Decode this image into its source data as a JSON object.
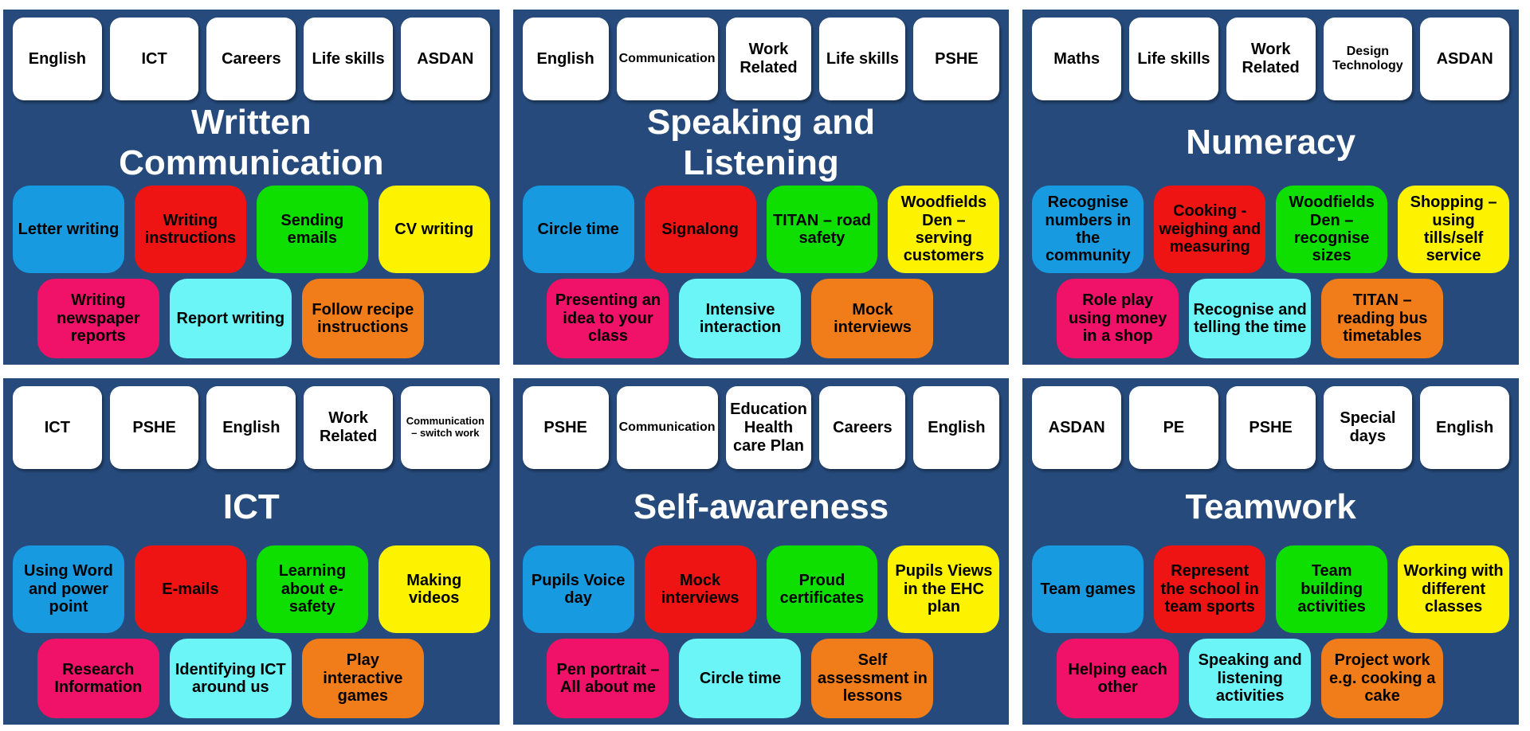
{
  "colors": {
    "panel_bg": "#264A7B",
    "tab_bg": "#FFFFFF",
    "tab_text": "#000000",
    "title_text": "#FFFFFF",
    "box_text": "#000000",
    "blue": "#189AE0",
    "red": "#EE1414",
    "green": "#0EDE00",
    "yellow": "#FDF300",
    "pink": "#F01168",
    "cyan": "#6BF5F7",
    "orange": "#F07D1A"
  },
  "panels": [
    {
      "title": "Written Communication",
      "tabs": [
        {
          "label": "English"
        },
        {
          "label": "ICT"
        },
        {
          "label": "Careers"
        },
        {
          "label": "Life skills"
        },
        {
          "label": "ASDAN"
        }
      ],
      "row1": [
        {
          "label": "Letter writing",
          "color": "blue"
        },
        {
          "label": "Writing instructions",
          "color": "red"
        },
        {
          "label": "Sending emails",
          "color": "green"
        },
        {
          "label": "CV writing",
          "color": "yellow"
        }
      ],
      "row2": [
        {
          "label": "Writing newspaper reports",
          "color": "pink"
        },
        {
          "label": "Report writing",
          "color": "cyan"
        },
        {
          "label": "Follow recipe instructions",
          "color": "orange"
        }
      ]
    },
    {
      "title": "Speaking and Listening",
      "tabs": [
        {
          "label": "English"
        },
        {
          "label": "Communication",
          "fit": "sm"
        },
        {
          "label": "Work Related"
        },
        {
          "label": "Life skills"
        },
        {
          "label": "PSHE"
        }
      ],
      "row1": [
        {
          "label": "Circle time",
          "color": "blue"
        },
        {
          "label": "Signalong",
          "color": "red"
        },
        {
          "label": "TITAN – road safety",
          "color": "green"
        },
        {
          "label": "Woodfields Den – serving customers",
          "color": "yellow"
        }
      ],
      "row2": [
        {
          "label": "Presenting an idea to your class",
          "color": "pink"
        },
        {
          "label": "Intensive interaction",
          "color": "cyan"
        },
        {
          "label": "Mock interviews",
          "color": "orange"
        }
      ]
    },
    {
      "title": "Numeracy",
      "tabs": [
        {
          "label": "Maths"
        },
        {
          "label": "Life skills"
        },
        {
          "label": "Work Related"
        },
        {
          "label": "Design Technology",
          "fit": "sm"
        },
        {
          "label": "ASDAN"
        }
      ],
      "row1": [
        {
          "label": "Recognise numbers in the community",
          "color": "blue"
        },
        {
          "label": "Cooking - weighing and measuring",
          "color": "red"
        },
        {
          "label": "Woodfields Den – recognise sizes",
          "color": "green"
        },
        {
          "label": "Shopping – using tills/self service",
          "color": "yellow"
        }
      ],
      "row2": [
        {
          "label": "Role play using money in a shop",
          "color": "pink"
        },
        {
          "label": "Recognise and telling the time",
          "color": "cyan"
        },
        {
          "label": "TITAN – reading bus timetables",
          "color": "orange"
        }
      ]
    },
    {
      "title": "ICT",
      "tabs": [
        {
          "label": "ICT"
        },
        {
          "label": "PSHE"
        },
        {
          "label": "English"
        },
        {
          "label": "Work Related"
        },
        {
          "label": "Communication – switch work",
          "fit": "xs"
        }
      ],
      "row1": [
        {
          "label": "Using Word and power point",
          "color": "blue"
        },
        {
          "label": "E-mails",
          "color": "red"
        },
        {
          "label": "Learning about e- safety",
          "color": "green"
        },
        {
          "label": "Making videos",
          "color": "yellow"
        }
      ],
      "row2": [
        {
          "label": "Research Information",
          "color": "pink"
        },
        {
          "label": "Identifying ICT around us",
          "color": "cyan"
        },
        {
          "label": "Play interactive games",
          "color": "orange"
        }
      ]
    },
    {
      "title": "Self-awareness",
      "tabs": [
        {
          "label": "PSHE"
        },
        {
          "label": "Communication",
          "fit": "sm"
        },
        {
          "label": "Education Health care Plan"
        },
        {
          "label": "Careers"
        },
        {
          "label": "English"
        }
      ],
      "row1": [
        {
          "label": "Pupils Voice day",
          "color": "blue"
        },
        {
          "label": "Mock interviews",
          "color": "red"
        },
        {
          "label": "Proud certificates",
          "color": "green"
        },
        {
          "label": "Pupils Views in the EHC plan",
          "color": "yellow"
        }
      ],
      "row2": [
        {
          "label": "Pen portrait – All about me",
          "color": "pink"
        },
        {
          "label": "Circle time",
          "color": "cyan"
        },
        {
          "label": "Self assessment in lessons",
          "color": "orange"
        }
      ]
    },
    {
      "title": "Teamwork",
      "tabs": [
        {
          "label": "ASDAN"
        },
        {
          "label": "PE"
        },
        {
          "label": "PSHE"
        },
        {
          "label": "Special days"
        },
        {
          "label": "English"
        }
      ],
      "row1": [
        {
          "label": "Team games",
          "color": "blue"
        },
        {
          "label": "Represent the school in team sports",
          "color": "red"
        },
        {
          "label": "Team building activities",
          "color": "green"
        },
        {
          "label": "Working with different classes",
          "color": "yellow"
        }
      ],
      "row2": [
        {
          "label": "Helping each other",
          "color": "pink"
        },
        {
          "label": "Speaking and listening activities",
          "color": "cyan"
        },
        {
          "label": "Project work e.g. cooking a cake",
          "color": "orange"
        }
      ]
    }
  ]
}
